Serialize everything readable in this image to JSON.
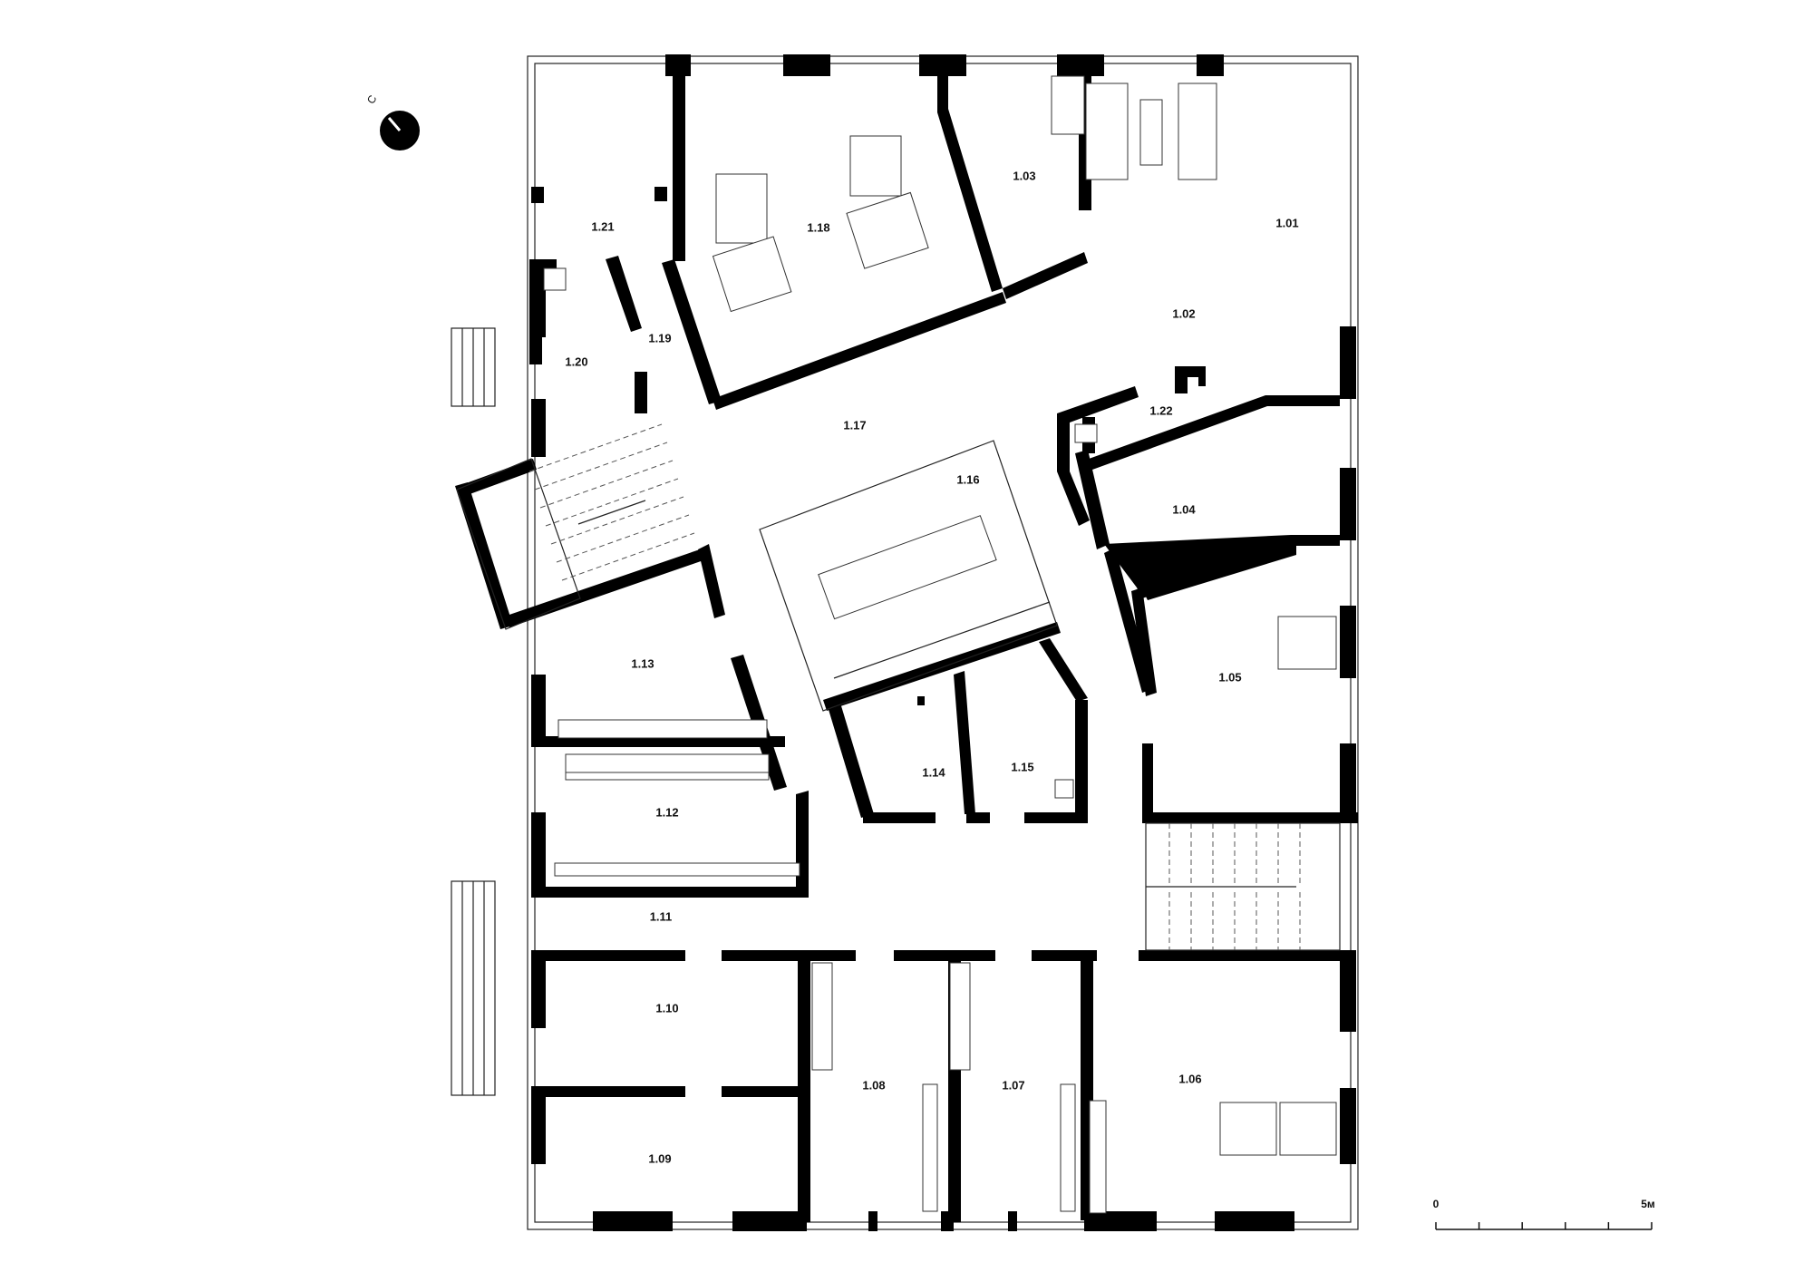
{
  "compass": {
    "label": "С"
  },
  "rooms": [
    {
      "id": "1.01"
    },
    {
      "id": "1.02"
    },
    {
      "id": "1.03"
    },
    {
      "id": "1.04"
    },
    {
      "id": "1.05"
    },
    {
      "id": "1.06"
    },
    {
      "id": "1.07"
    },
    {
      "id": "1.08"
    },
    {
      "id": "1.09"
    },
    {
      "id": "1.10"
    },
    {
      "id": "1.11"
    },
    {
      "id": "1.12"
    },
    {
      "id": "1.13"
    },
    {
      "id": "1.14"
    },
    {
      "id": "1.15"
    },
    {
      "id": "1.16"
    },
    {
      "id": "1.17"
    },
    {
      "id": "1.18"
    },
    {
      "id": "1.19"
    },
    {
      "id": "1.20"
    },
    {
      "id": "1.21"
    },
    {
      "id": "1.22"
    }
  ],
  "scale_bar": {
    "start_label": "0",
    "end_label": "5м",
    "divisions": 5
  }
}
